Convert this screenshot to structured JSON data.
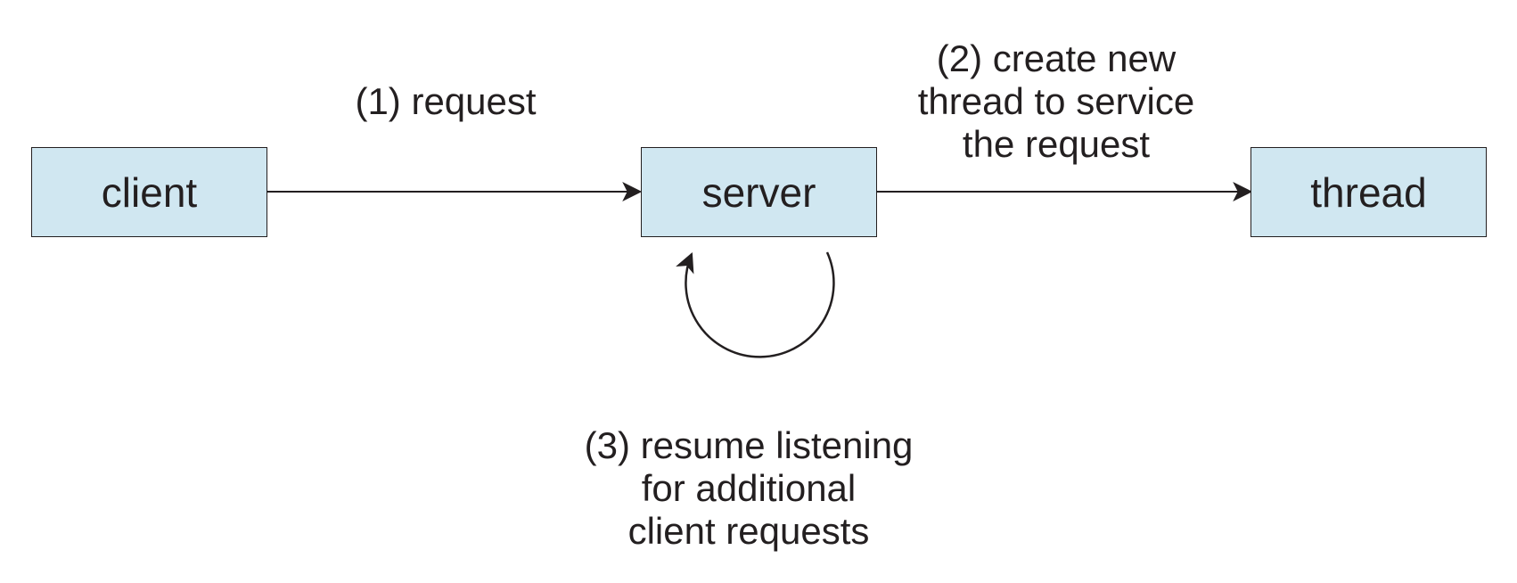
{
  "diagram": {
    "colors": {
      "node_fill": "#d0e7f1",
      "stroke": "#231f20"
    },
    "nodes": {
      "client": {
        "label": "client"
      },
      "server": {
        "label": "server"
      },
      "thread": {
        "label": "thread"
      }
    },
    "edges": {
      "request": {
        "lines": [
          "(1) request"
        ]
      },
      "create_thread": {
        "lines": [
          "(2) create new",
          "thread to service",
          "the request"
        ]
      },
      "resume": {
        "lines": [
          "(3) resume listening",
          "for additional",
          "client requests"
        ]
      }
    }
  }
}
